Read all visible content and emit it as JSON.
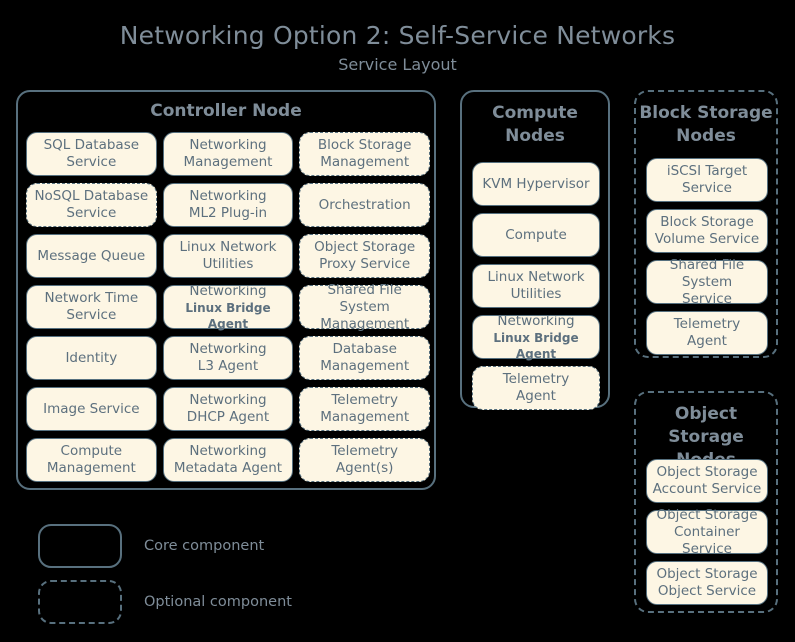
{
  "header": {
    "title": "Networking Option 2: Self-Service Networks",
    "subtitle": "Service Layout"
  },
  "colors": {
    "background": "#000000",
    "box_fill": "#fdf6e4",
    "box_border": "#56707f",
    "box_text": "#5d707e",
    "heading_text": "#7f8d99",
    "title_text": "#7f8d99"
  },
  "groups": {
    "controller": {
      "heading": "Controller Node",
      "style": "core",
      "services": [
        {
          "line1": "SQL Database",
          "line2": "Service",
          "style": "core"
        },
        {
          "line1": "Networking",
          "line2": "Management",
          "style": "core"
        },
        {
          "line1": "Block Storage",
          "line2": "Management",
          "style": "optional"
        },
        {
          "line1": "NoSQL Database",
          "line2": "Service",
          "style": "optional"
        },
        {
          "line1": "Networking",
          "line2": "ML2 Plug-in",
          "style": "core"
        },
        {
          "line1": "Orchestration",
          "line2": "",
          "style": "optional"
        },
        {
          "line1": "Message Queue",
          "line2": "",
          "style": "core"
        },
        {
          "line1": "Linux Network",
          "line2": "Utilities",
          "style": "core"
        },
        {
          "line1": "Object Storage",
          "line2": "Proxy Service",
          "style": "optional"
        },
        {
          "line1": "Network Time",
          "line2": "Service",
          "style": "core"
        },
        {
          "line1": "Networking",
          "line2": "Linux Bridge Agent",
          "style": "core",
          "agent": true
        },
        {
          "line1": "Shared File System",
          "line2": "Management",
          "style": "optional"
        },
        {
          "line1": "Identity",
          "line2": "",
          "style": "core"
        },
        {
          "line1": "Networking",
          "line2": "L3 Agent",
          "style": "core"
        },
        {
          "line1": "Database",
          "line2": "Management",
          "style": "optional"
        },
        {
          "line1": "Image Service",
          "line2": "",
          "style": "core"
        },
        {
          "line1": "Networking",
          "line2": "DHCP Agent",
          "style": "core"
        },
        {
          "line1": "Telemetry",
          "line2": "Management",
          "style": "optional"
        },
        {
          "line1": "Compute",
          "line2": "Management",
          "style": "core"
        },
        {
          "line1": "Networking",
          "line2": "Metadata Agent",
          "style": "core"
        },
        {
          "line1": "Telemetry",
          "line2": "Agent(s)",
          "style": "optional"
        }
      ]
    },
    "compute": {
      "heading": "Compute Nodes",
      "style": "core",
      "services": [
        {
          "line1": "KVM Hypervisor",
          "line2": "",
          "style": "core"
        },
        {
          "line1": "Compute",
          "line2": "",
          "style": "core"
        },
        {
          "line1": "Linux Network",
          "line2": "Utilities",
          "style": "core"
        },
        {
          "line1": "Networking",
          "line2": "Linux Bridge Agent",
          "style": "core",
          "agent": true
        },
        {
          "line1": "Telemetry",
          "line2": "Agent",
          "style": "optional"
        }
      ]
    },
    "block_storage": {
      "heading": "Block Storage Nodes",
      "style": "optional",
      "services": [
        {
          "line1": "iSCSI Target",
          "line2": "Service",
          "style": "core"
        },
        {
          "line1": "Block Storage",
          "line2": "Volume Service",
          "style": "core"
        },
        {
          "line1": "Shared File System",
          "line2": "Service",
          "style": "core"
        },
        {
          "line1": "Telemetry",
          "line2": "Agent",
          "style": "core"
        }
      ]
    },
    "object_storage": {
      "heading": "Object Storage Nodes",
      "style": "optional",
      "services": [
        {
          "line1": "Object Storage",
          "line2": "Account Service",
          "style": "core"
        },
        {
          "line1": "Object Storage",
          "line2": "Container Service",
          "style": "core"
        },
        {
          "line1": "Object Storage",
          "line2": "Object Service",
          "style": "core"
        }
      ]
    }
  },
  "legend": {
    "items": [
      {
        "label": "Core component",
        "style": "core"
      },
      {
        "label": "Optional component",
        "style": "optional"
      }
    ]
  }
}
